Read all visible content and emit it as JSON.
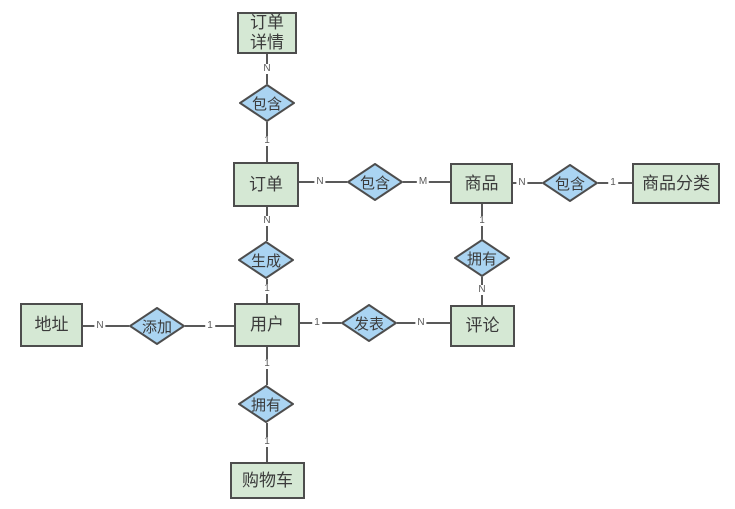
{
  "colors": {
    "entity_fill": "#d5e8d4",
    "relationship_fill": "#aad4f2",
    "shape_border": "#4d4d4d",
    "line": "#595959"
  },
  "entities": {
    "order_detail": "订单\n详情",
    "order": "订单",
    "product": "商品",
    "product_category": "商品分类",
    "user": "用户",
    "address": "地址",
    "comment": "评论",
    "cart": "购物车"
  },
  "relationships": {
    "detail_contain": "包含",
    "order_contain": "包含",
    "category_contain": "包含",
    "generate": "生成",
    "add": "添加",
    "publish": "发表",
    "product_own": "拥有",
    "cart_own": "拥有"
  },
  "cardinalities": {
    "detail_n": "N",
    "detail_contain_1": "1",
    "order_n": "N",
    "product_m": "M",
    "product_n": "N",
    "category_1": "1",
    "order_gen_n": "N",
    "gen_user_1": "1",
    "address_n": "N",
    "add_user_1": "1",
    "user_pub_1": "1",
    "pub_comment_n": "N",
    "product_own_1": "1",
    "own_comment_n": "N",
    "user_own_1": "1",
    "own_cart_1": "1"
  }
}
